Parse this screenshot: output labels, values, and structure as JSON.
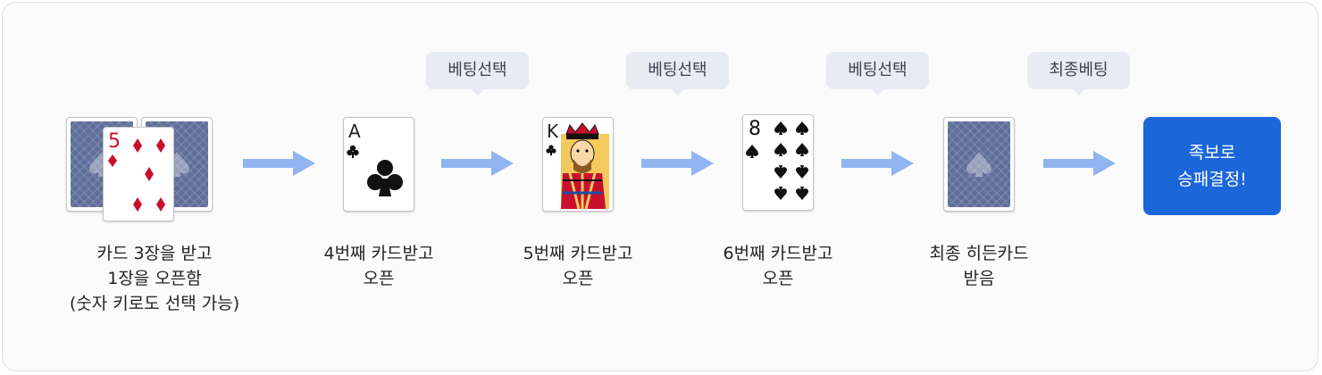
{
  "steps": [
    {
      "caption": [
        "카드 3장을 받고",
        "1장을 오픈함",
        "(숫자 키로도 선택 가능)"
      ]
    },
    {
      "caption": [
        "4번째 카드받고",
        "오픈"
      ]
    },
    {
      "caption": [
        "5번째 카드받고",
        "오픈"
      ]
    },
    {
      "caption": [
        "6번째 카드받고",
        "오픈"
      ]
    },
    {
      "caption": [
        "최종 히든카드",
        "받음"
      ]
    }
  ],
  "bubbles": [
    "베팅선택",
    "베팅선택",
    "베팅선택",
    "최종베팅"
  ],
  "final": {
    "lines": [
      "족보로",
      "승패결정!"
    ]
  },
  "cards": {
    "first": {
      "rank": "5",
      "suit": "diamond"
    },
    "fourth": {
      "rank": "A",
      "suit": "club"
    },
    "fifth": {
      "rank": "K",
      "suit": "club"
    },
    "sixth": {
      "rank": "8",
      "suit": "spade"
    }
  },
  "colors": {
    "accent": "#1b66d9",
    "arrow": "#8fb4f0",
    "diamond": "#c8102e",
    "card_back": "#5e6e98"
  }
}
